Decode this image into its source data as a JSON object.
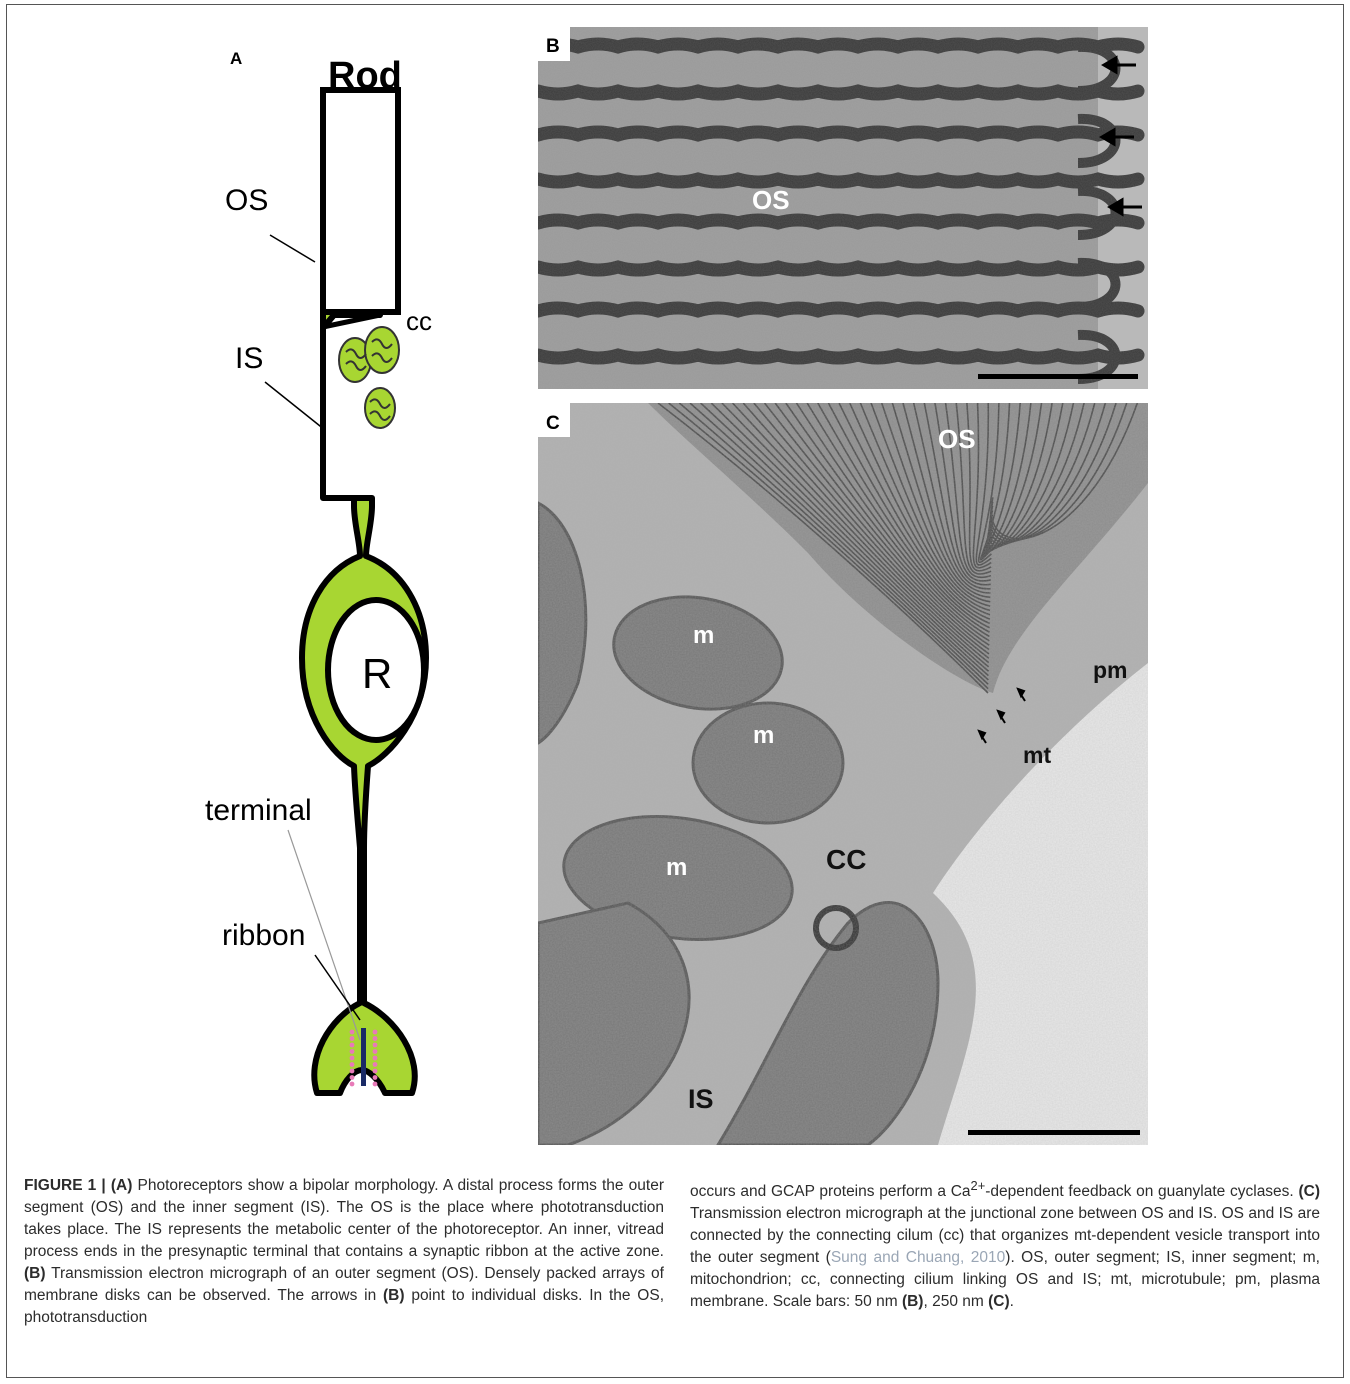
{
  "panel_a": {
    "letter": "A",
    "title": "Rod",
    "labels": {
      "os": "OS",
      "is": "IS",
      "cc": "cc",
      "r": "R",
      "terminal": "terminal",
      "ribbon": "ribbon"
    },
    "colors": {
      "cell_fill": "#a8d632",
      "outline": "#000000",
      "ribbon_dots": "#e87ab8"
    }
  },
  "panel_b": {
    "letter": "B",
    "labels": {
      "os": "OS"
    },
    "arrow_count": 3
  },
  "panel_c": {
    "letter": "C",
    "labels": {
      "os": "OS",
      "m1": "m",
      "m2": "m",
      "m3": "m",
      "pm": "pm",
      "mt": "mt",
      "cc": "CC",
      "is": "IS"
    }
  },
  "caption": {
    "figure_label": "FIGURE 1 |",
    "a_ref": "(A)",
    "a_text": " Photoreceptors show a bipolar morphology. A distal process forms the outer segment (OS) and the inner segment (IS). The OS is the place where phototransduction takes place. The IS represents the metabolic center of the photoreceptor. An inner, vitread process ends in the presynaptic terminal that contains a synaptic ribbon at the active zone. ",
    "b_ref": "(B)",
    "b_text": " Transmission electron micrograph of an outer segment (OS). Densely packed arrays of membrane disks can be observed. The arrows in ",
    "b_ref2": "(B)",
    "b_text2": " point to individual disks. In the OS, phototransduction",
    "right_text1": "occurs and GCAP proteins perform a Ca",
    "superscript": "2+",
    "right_text2": "-dependent feedback on guanylate cyclases. ",
    "c_ref": "(C)",
    "c_text": " Transmission electron micrograph at the junctional zone between OS and IS. OS and IS are connected by the connecting cilum (cc) that organizes mt-dependent vesicle transport into the outer segment (",
    "citation": "Sung and Chuang, 2010",
    "c_text2": "). OS, outer segment; IS, inner segment; m, mitochondrion; cc, connecting cilium linking OS and IS; mt, microtubule; pm, plasma membrane. Scale bars: 50 nm ",
    "b_ref3": "(B)",
    "sep": ", 250 nm ",
    "c_ref2": "(C)",
    "end": "."
  }
}
